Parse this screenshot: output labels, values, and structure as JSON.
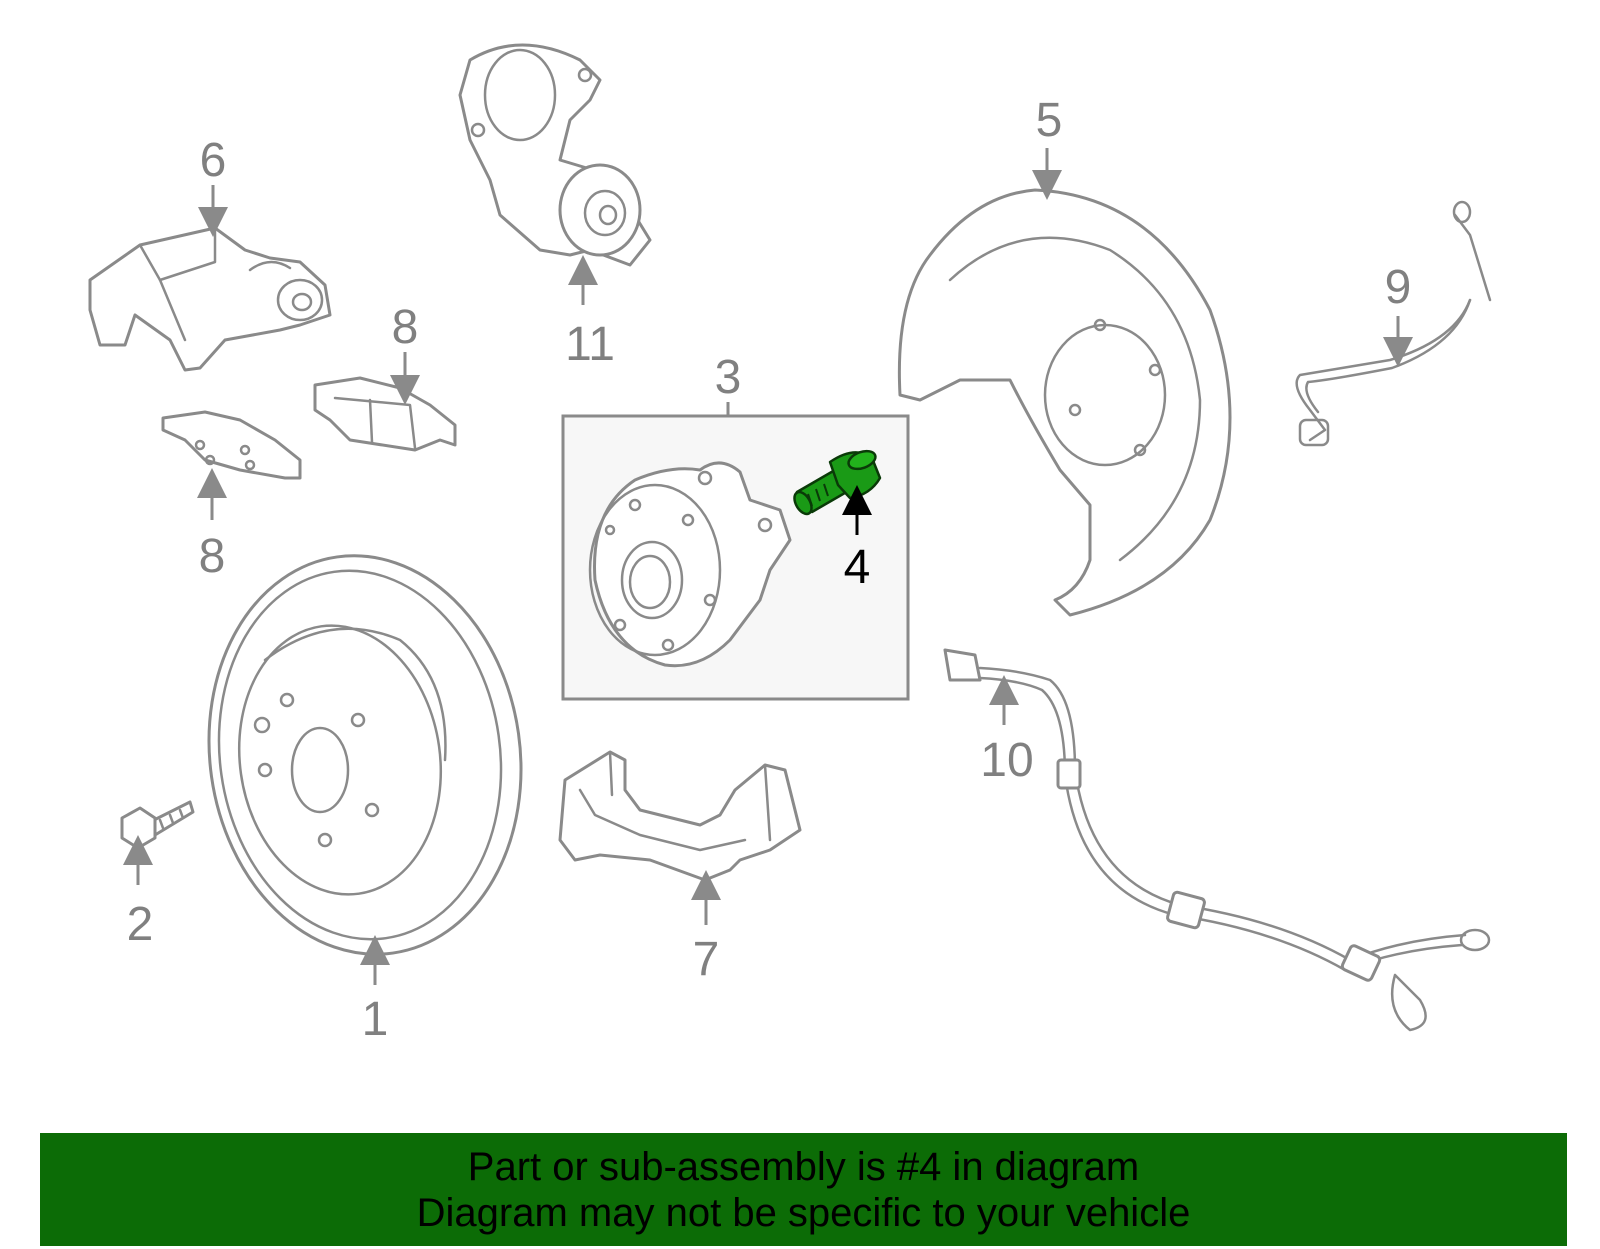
{
  "colors": {
    "line": "#8a8a8a",
    "highlight_part": "#1a9a16",
    "footer_bg": "#0c6c06",
    "inset_bg": "#f7f7f7"
  },
  "callouts": {
    "c1": "1",
    "c2": "2",
    "c3": "3",
    "c4": "4",
    "c5": "5",
    "c6": "6",
    "c7": "7",
    "c8a": "8",
    "c8b": "8",
    "c9": "9",
    "c10": "10",
    "c11": "11"
  },
  "highlight": {
    "callout": "4"
  },
  "footer": {
    "line1": "Part or sub-assembly is #4 in diagram",
    "line2": "Diagram may not be specific to your vehicle"
  }
}
